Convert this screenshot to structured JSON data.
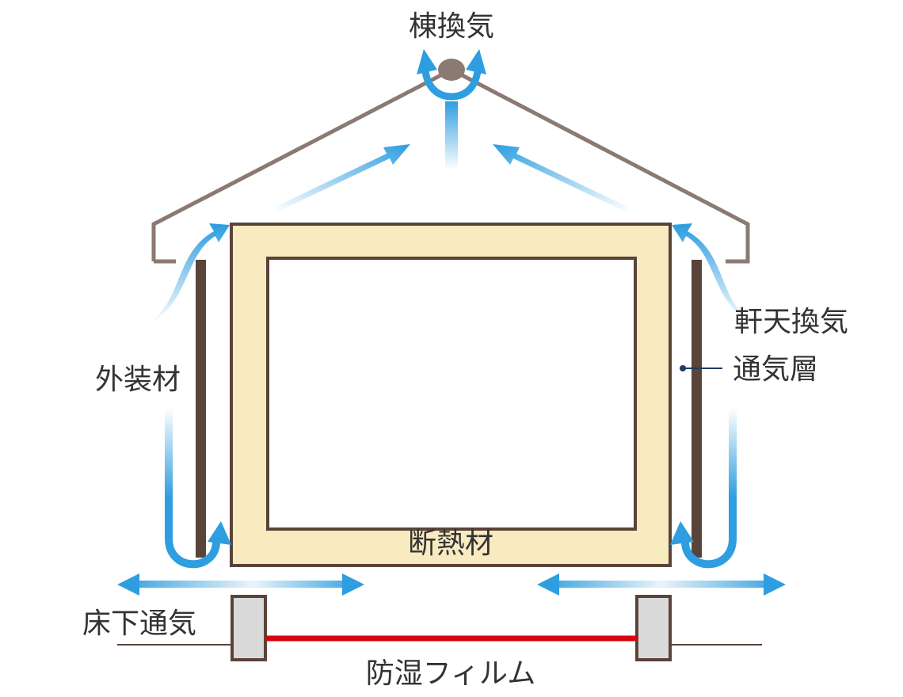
{
  "labels": {
    "ridge_vent": "棟換気",
    "eave_vent": "軒天換気",
    "exterior_wall": "外装材",
    "vent_layer": "通気層",
    "insulation": "断熱材",
    "underfloor_vent": "床下通気",
    "moisture_film": "防湿フィルム"
  },
  "colors": {
    "roof": "#8b7a72",
    "wall": "#5a4339",
    "insulation_fill": "#f8ebc0",
    "airflow": "#2e9ee0",
    "film": "#d7000f",
    "foundation_fill": "#dadada",
    "leader": "#1f3a66"
  },
  "icons": {
    "airflow": "curved-arrow-icon",
    "ridge_cap": "ridge-cap-icon"
  }
}
